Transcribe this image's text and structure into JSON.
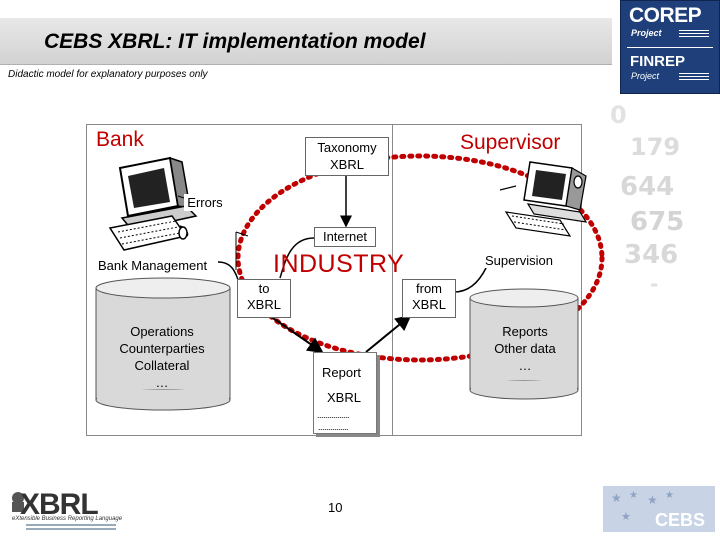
{
  "header": {
    "title": "CEBS XBRL: IT implementation model",
    "subtitle": "Didactic model for explanatory purposes only"
  },
  "logo": {
    "corep": "COREP",
    "corep_project": "Project",
    "finrep": "FINREP",
    "finrep_project": "Project"
  },
  "diagram": {
    "bank_label": "Bank",
    "supervisor_label": "Supervisor",
    "taxonomy_line1": "Taxonomy",
    "taxonomy_line2": "XBRL",
    "errors": "Errors",
    "internet": "Internet",
    "industry": "INDUSTRY",
    "bank_management": "Bank Management",
    "supervision": "Supervision",
    "to_line1": "to",
    "to_line2": "XBRL",
    "from_line1": "from",
    "from_line2": "XBRL",
    "report": "Report",
    "report_xbrl": "XBRL",
    "report_dots1": "................",
    "report_dots2": "...............",
    "bank_db": [
      "Operations",
      "Counterparties",
      "Collateral",
      "…"
    ],
    "supervisor_db": [
      "Reports",
      "Other data",
      "…"
    ]
  },
  "footer": {
    "page_number": "10",
    "xbrl_logo_word": "XBRL",
    "xbrl_logo_tagline": "eXtensible Business Reporting Language",
    "cebs_logo_word": "CEBS"
  },
  "colors": {
    "accent_red": "#c00000",
    "logo_blue": "#1f3f7a"
  }
}
